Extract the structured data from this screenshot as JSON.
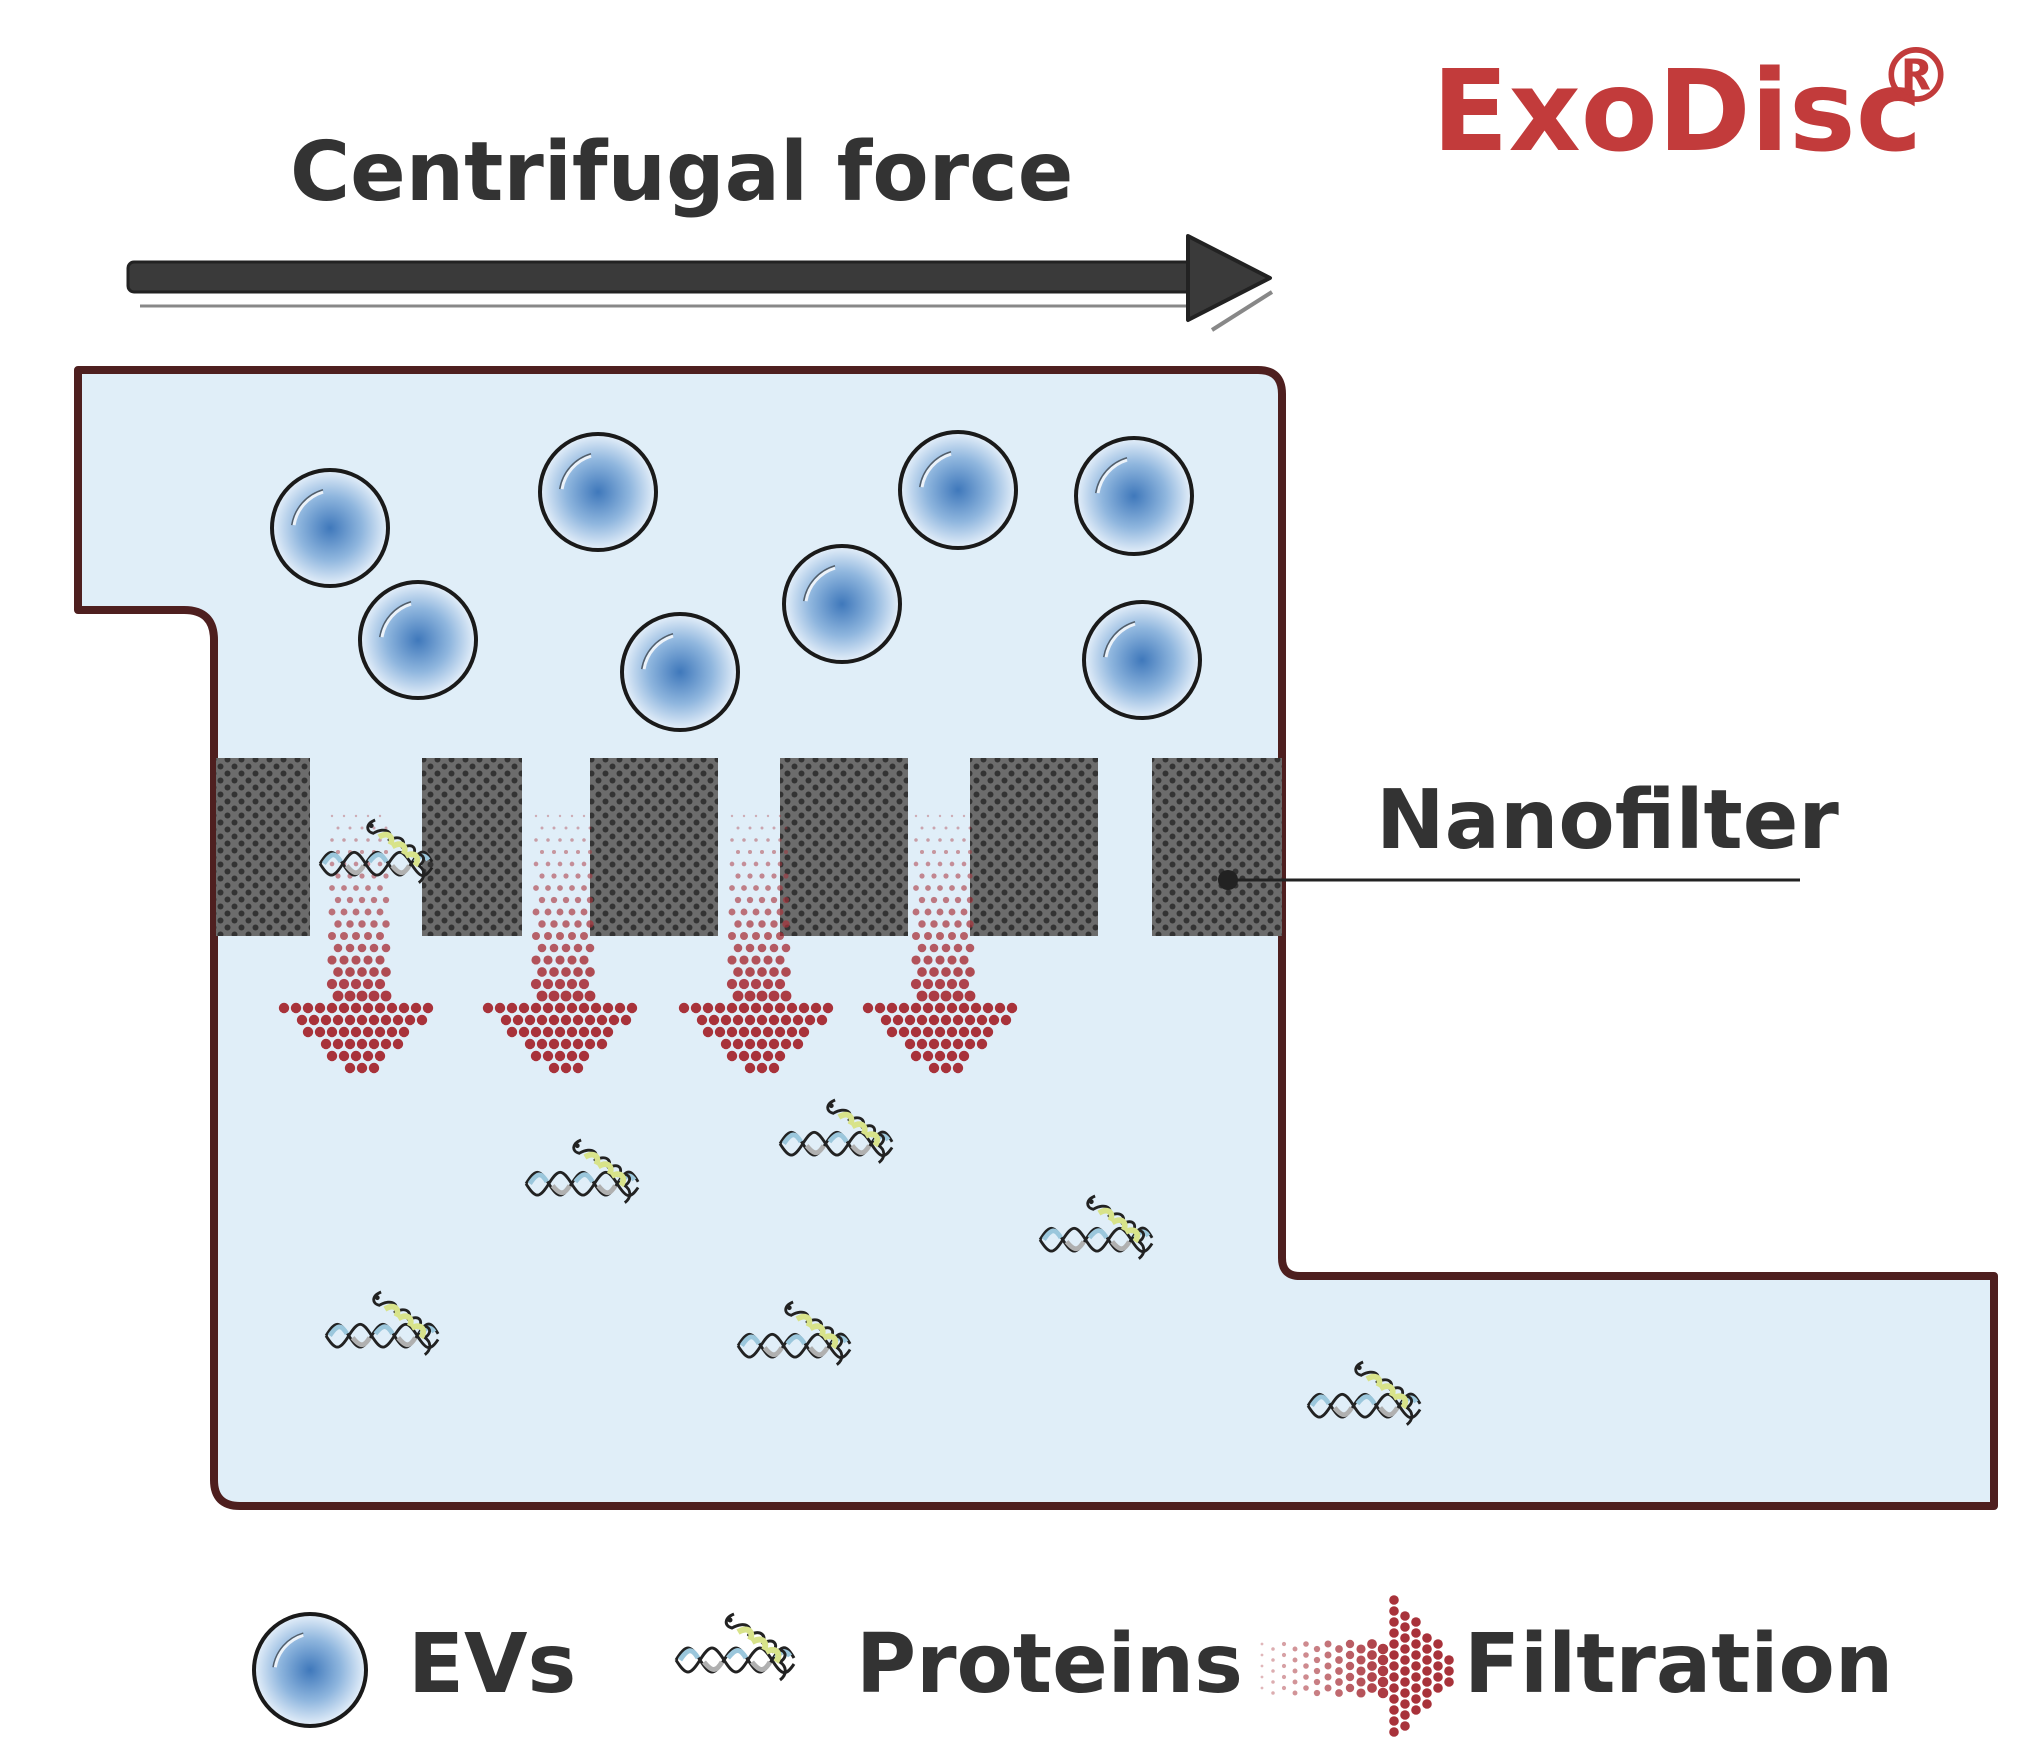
{
  "brand": {
    "name": "ExoDisc",
    "mark": "®",
    "color": "#c23b3b"
  },
  "force_label": "Centrifugal force",
  "filter_label": "Nanofilter",
  "legend": {
    "evs": "EVs",
    "proteins": "Proteins",
    "filtration": "Filtration"
  },
  "colors": {
    "outline": "#4e1f1f",
    "fluid": "#e0eef8",
    "vesicle_center": "#4a80c0",
    "vesicle_edge": "#dceaf6",
    "filter": "#5a5a5a",
    "filtration_dots": "#a8323a",
    "text": "#333333",
    "arrow": "#333333"
  },
  "icons": [
    "vesicle-icon",
    "protein-icon",
    "filtration-arrow-icon",
    "force-arrow-icon"
  ]
}
